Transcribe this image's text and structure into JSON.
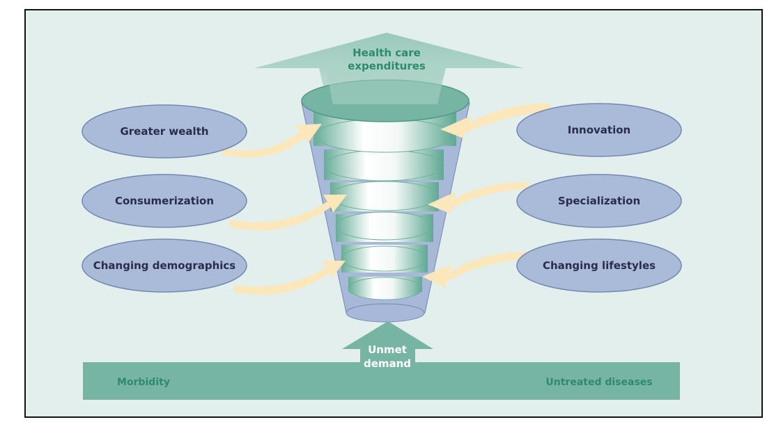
{
  "diagram": {
    "top_arrow_line1": "Health care",
    "top_arrow_line2": "expenditures",
    "left_drivers": [
      "Greater wealth",
      "Consumerization",
      "Changing demographics"
    ],
    "right_drivers": [
      "Innovation",
      "Specialization",
      "Changing lifestyles"
    ],
    "bottom_arrow_line1": "Unmet",
    "bottom_arrow_line2": "demand",
    "base_left": "Morbidity",
    "base_right": "Untreated diseases"
  },
  "colors": {
    "background": "#e3efec",
    "teal": "#76b5a3",
    "teal_dark": "#2e8a6e",
    "oval_fill": "#a9bbd9",
    "oval_stroke": "#7487b1",
    "cream_arrow": "#fbe7b9",
    "text_dark": "#2a2d4a"
  }
}
